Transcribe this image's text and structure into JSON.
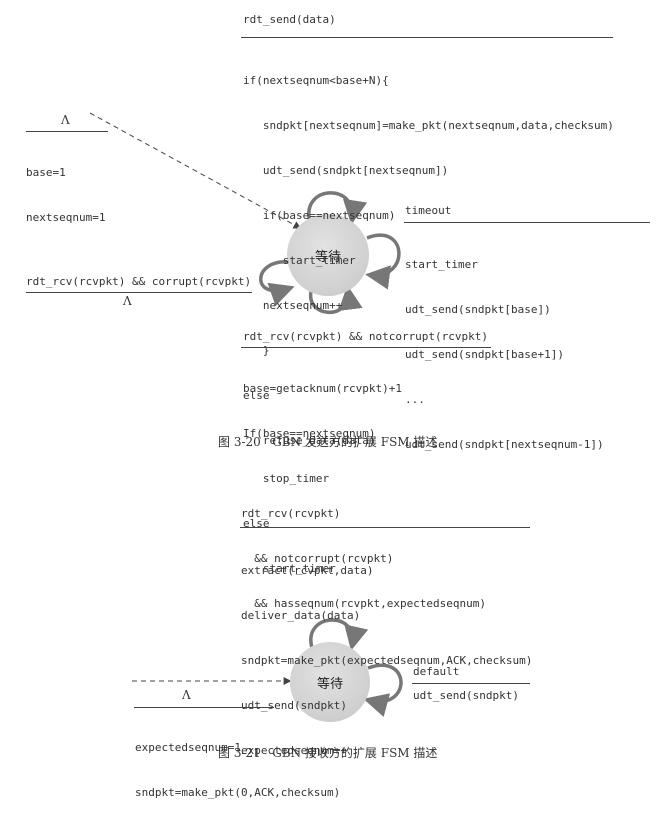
{
  "fig20": {
    "state_label": "等待",
    "send_event": "rdt_send(data)",
    "send_action": [
      "if(nextseqnum<base+N){",
      "   sndpkt[nextseqnum]=make_pkt(nextseqnum,data,checksum)",
      "   udt_send(sndpkt[nextseqnum])",
      "   if(base==nextseqnum)",
      "      start_timer",
      "   nextseqnum++",
      "   }",
      "else",
      "   refuse_data(data)"
    ],
    "init_event": "Λ",
    "init_action": [
      "base=1",
      "nextseqnum=1"
    ],
    "timeout_event": "timeout",
    "timeout_action": [
      "start_timer",
      "udt_send(sndpkt[base])",
      "udt_send(sndpkt[base+1])",
      "...",
      "udt_send(sndpkt[nextseqnum-1])"
    ],
    "corrupt_event": "rdt_rcv(rcvpkt) && corrupt(rcvpkt)",
    "corrupt_action": "Λ",
    "ack_event": "rdt_rcv(rcvpkt) && notcorrupt(rcvpkt)",
    "ack_action": [
      "base=getacknum(rcvpkt)+1",
      "If(base==nextseqnum)",
      "   stop_timer",
      "else",
      "   start_timer"
    ],
    "caption": "图 3-20   GBN 发送方的扩展 FSM 描述"
  },
  "fig21": {
    "state_label": "等待",
    "recv_event": [
      "rdt_rcv(rcvpkt)",
      "  && notcorrupt(rcvpkt)",
      "  && hasseqnum(rcvpkt,expectedseqnum)"
    ],
    "recv_action": [
      "extract(rcvpkt,data)",
      "deliver_data(data)",
      "sndpkt=make_pkt(expectedseqnum,ACK,checksum)",
      "udt_send(sndpkt)",
      "expectedseqnum++"
    ],
    "default_event": "default",
    "default_action": "udt_send(sndpkt)",
    "init_event": "Λ",
    "init_action": [
      "expectedseqnum=1",
      "sndpkt=make_pkt(0,ACK,checksum)"
    ],
    "caption": "图 3-21   GBN 接收方的扩展 FSM 描述"
  }
}
